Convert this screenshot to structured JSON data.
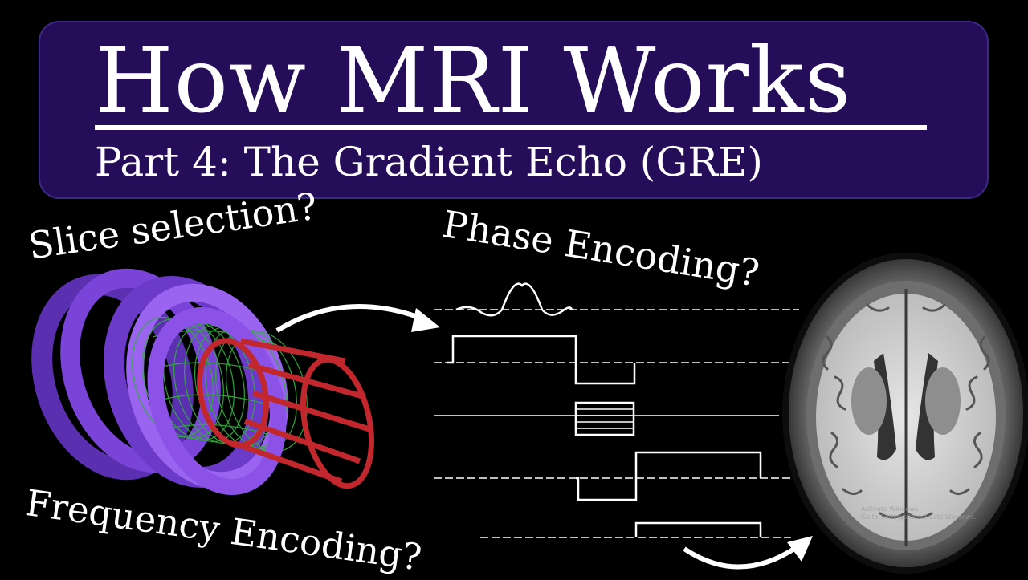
{
  "title": {
    "main": "How MRI Works",
    "subtitle": "Part 4: The Gradient Echo (GRE)"
  },
  "labels": {
    "slice": "Slice selection?",
    "phase": "Phase Encoding?",
    "frequency": "Frequency Encoding?"
  },
  "watermark": {
    "line1": "Activate Windows",
    "line2": "Go to Settings to activate Windows."
  },
  "colors": {
    "title_box": "#250d5a",
    "coil_purple": "#8c52e8",
    "coil_green": "#2fae3a",
    "coil_red": "#c1272d",
    "waveform": "#ffffff"
  },
  "icons": {
    "magnet": "mri-magnet-coil-illustration",
    "arrow": "curved-arrow-icon",
    "brain": "brain-mri-scan"
  }
}
